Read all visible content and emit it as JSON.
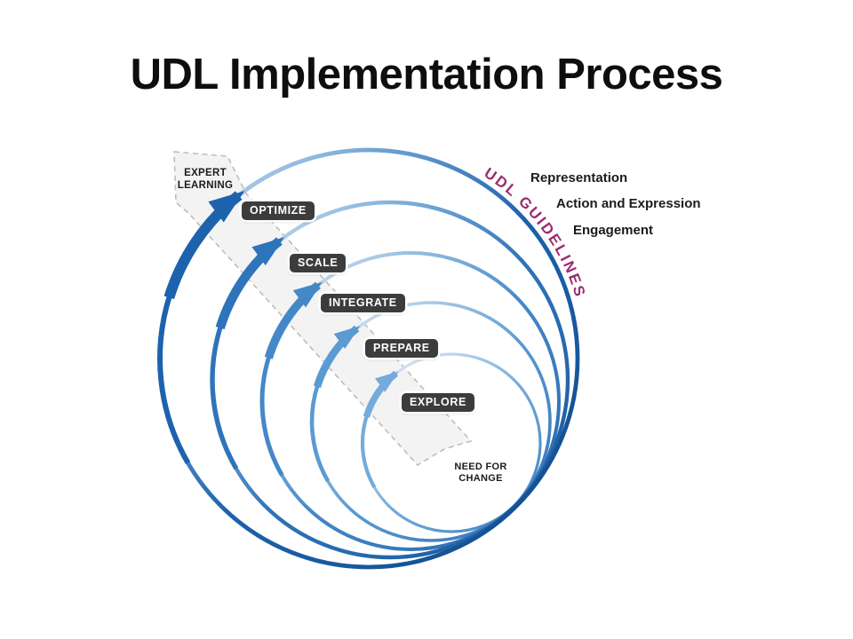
{
  "title": "UDL Implementation Process",
  "goal": {
    "label": "EXPERT LEARNING"
  },
  "origin": {
    "label": "NEED FOR CHANGE"
  },
  "stages": [
    {
      "label": "EXPLORE",
      "head": "#74abdb",
      "light": "#bad4ec",
      "dark": "#3b7cbe"
    },
    {
      "label": "PREPARE",
      "head": "#5b9ad3",
      "light": "#a6c8e7",
      "dark": "#2f6fb3"
    },
    {
      "label": "INTEGRATE",
      "head": "#4488c8",
      "light": "#93bce1",
      "dark": "#2564a9"
    },
    {
      "label": "SCALE",
      "head": "#2e74ba",
      "light": "#7fafdb",
      "dark": "#1a569b"
    },
    {
      "label": "OPTIMIZE",
      "head": "#1d62ac",
      "light": "#6fa3d4",
      "dark": "#114a8b"
    }
  ],
  "guidelines": {
    "arc_label": "UDL GUIDELINES",
    "color": "#9c2b6e",
    "items": [
      "Representation",
      "Action and Expression",
      "Engagement"
    ]
  },
  "colors": {
    "badge_bg": "#3c3c3c",
    "badge_text": "#ffffff",
    "dash_stroke": "#bdbdbd",
    "dash_fill": "#f3f3f3",
    "text": "#1c1c1c"
  }
}
